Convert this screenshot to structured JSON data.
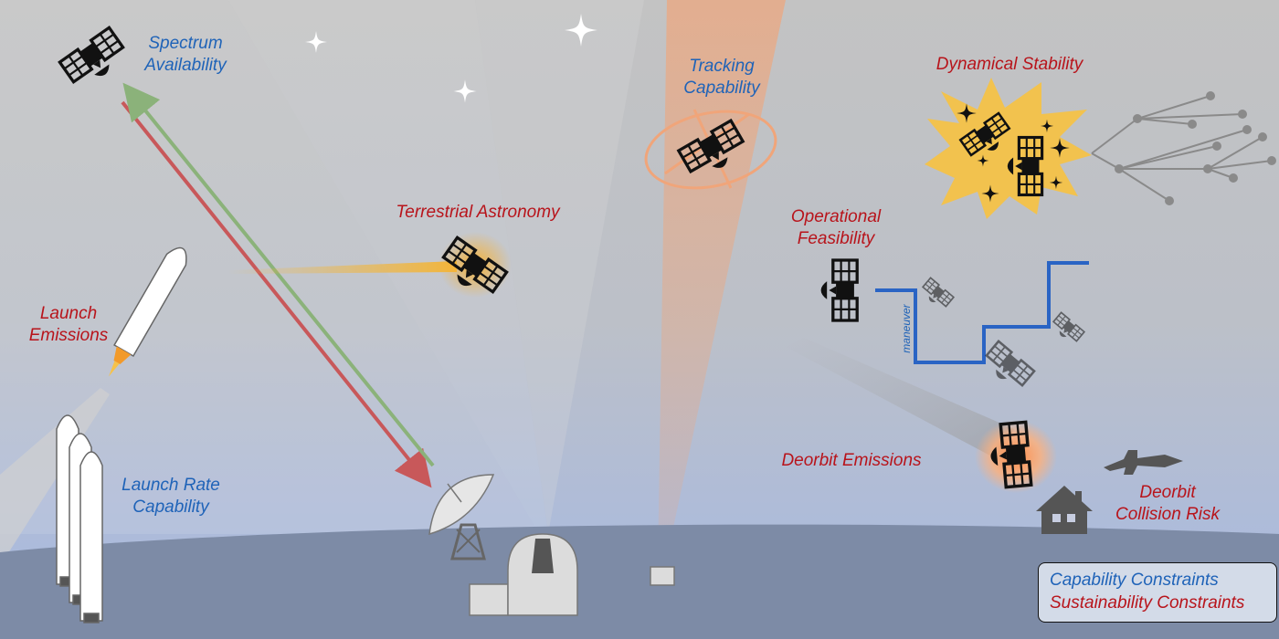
{
  "colors": {
    "capability": "#1f63b8",
    "sustainability": "#b8141b",
    "sky_top": "#c6c6c6",
    "sky_bottom": "#a9bbe2",
    "ground": "#7d8ba6",
    "glow": "#f2b53a"
  },
  "labels": {
    "spectrum_availability": {
      "line1": "Spectrum",
      "line2": "Availability"
    },
    "tracking_capability": {
      "line1": "Tracking",
      "line2": "Capability"
    },
    "dynamical_stability": "Dynamical Stability",
    "terrestrial_astronomy": "Terrestrial Astronomy",
    "operational_feasibility": {
      "line1": "Operational",
      "line2": "Feasibility"
    },
    "launch_emissions": {
      "line1": "Launch",
      "line2": "Emissions"
    },
    "launch_rate_capability": {
      "line1": "Launch Rate",
      "line2": "Capability"
    },
    "deorbit_emissions": "Deorbit Emissions",
    "deorbit_collision_risk": {
      "line1": "Deorbit",
      "line2": "Collision Risk"
    },
    "maneuver": "maneuver"
  },
  "legend": {
    "capability": "Capability Constraints",
    "sustainability": "Sustainability Constraints"
  },
  "icons": [
    "satellite-icon",
    "rocket-icon",
    "radio-telescope-icon",
    "observatory-dome-icon",
    "airplane-icon",
    "house-icon",
    "star-icon",
    "explosion-icon"
  ]
}
